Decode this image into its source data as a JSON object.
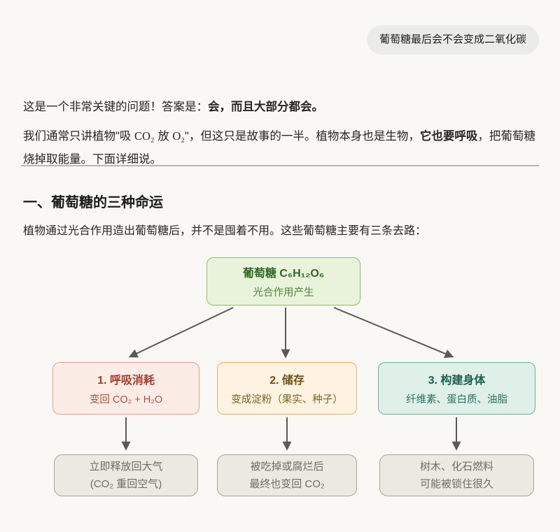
{
  "colors": {
    "page_bg": "#f9f8f5",
    "bubble_bg": "#ebebe8",
    "arrow": "#5a5a5a",
    "root_fill": "#e9f3dc",
    "root_border": "#8fbc70",
    "respire_fill": "#fcece6",
    "respire_border": "#dfa08e",
    "store_fill": "#fdf3e0",
    "store_border": "#e0b266",
    "build_fill": "#def0e8",
    "build_border": "#6fae9d",
    "outcome_fill": "#ebe9e2",
    "outcome_border": "#a8a49a"
  },
  "user_message": {
    "text": "葡萄糖最后会不会变成二氧化碳"
  },
  "intro": {
    "p1_prefix": "这是一个非常关键的问题！答案是：",
    "p1_bold": "会，而且大部分都会。",
    "p2_seg1": "我们通常只讲植物\"吸 ",
    "p2_formula1": "CO₂",
    "p2_seg2": " 放 ",
    "p2_formula2": "O₂",
    "p2_seg3": "\"，但这只是故事的一半。植物本身也是生物，",
    "p2_bold": "它也要呼吸",
    "p2_seg4": "，把葡萄糖烧掉取能量。下面详细说。"
  },
  "section": {
    "heading": "一、葡萄糖的三种命运",
    "lead": "植物通过光合作用造出葡萄糖后，并不是囤着不用。这些葡萄糖主要有三条去路："
  },
  "diagram": {
    "root": {
      "title": "葡萄糖 C₆H₁₂O₆",
      "subtitle": "光合作用产生"
    },
    "branch1": {
      "title": "1. 呼吸消耗",
      "subtitle": "变回 CO₂ + H₂O"
    },
    "branch2": {
      "title": "2. 储存",
      "subtitle": "变成淀粉（果实、种子）"
    },
    "branch3": {
      "title": "3. 构建身体",
      "subtitle": "纤维素、蛋白质、油脂"
    },
    "outcome1": {
      "line1": "立即释放回大气",
      "line2": "(CO₂ 重回空气)"
    },
    "outcome2": {
      "line1": "被吃掉或腐烂后",
      "line2": "最终也变回 CO₂"
    },
    "outcome3": {
      "line1": "树木、化石燃料",
      "line2": "可能被锁住很久"
    }
  }
}
